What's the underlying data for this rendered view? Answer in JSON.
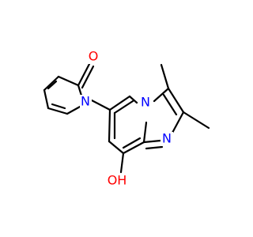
{
  "molecule": {
    "atoms": {
      "O1": {
        "label": "O",
        "color": "#ff0000"
      },
      "N1": {
        "label": "N",
        "color": "#0000ff"
      },
      "N2": {
        "label": "N",
        "color": "#0000ff"
      },
      "N3": {
        "label": "N",
        "color": "#0000ff"
      },
      "OH": {
        "label": "OH",
        "color": "#ff0000"
      }
    }
  }
}
